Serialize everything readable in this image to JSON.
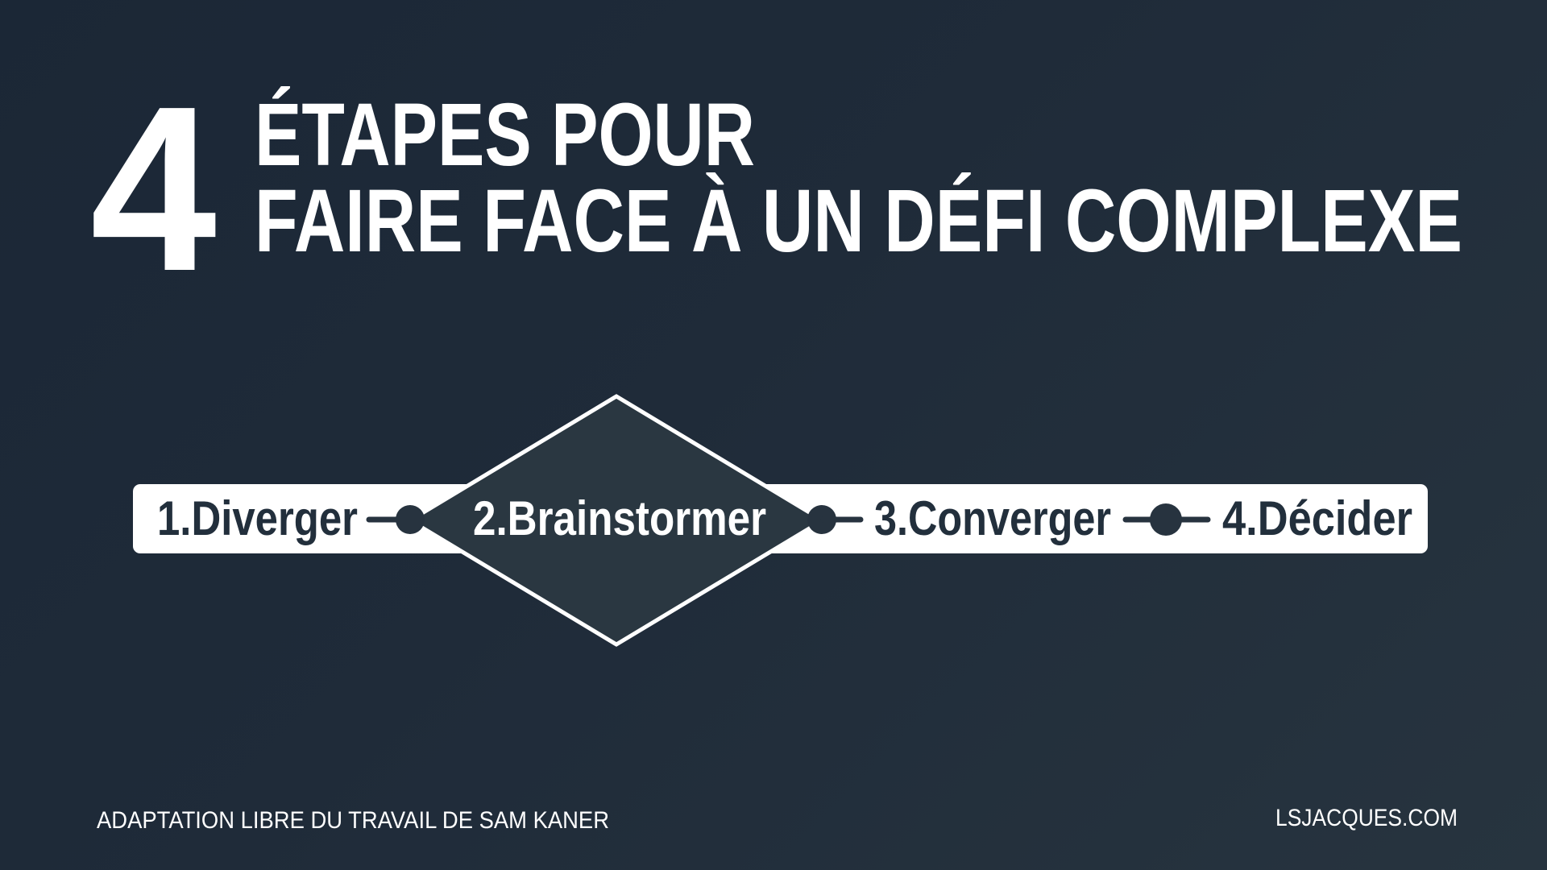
{
  "title": {
    "number": "4",
    "line1": "ÉTAPES POUR",
    "line2": "FAIRE FACE À UN DÉFI COMPLEXE"
  },
  "steps": [
    {
      "label": "1.Diverger"
    },
    {
      "label": "2.Brainstormer"
    },
    {
      "label": "3.Converger"
    },
    {
      "label": "4.Décider"
    }
  ],
  "connectors": [
    "line-circle",
    "circle",
    "circle-line",
    "line-circle-line"
  ],
  "footer": {
    "credit": "ADAPTATION LIBRE DU TRAVAIL DE SAM KANER",
    "site": "LSJACQUES.COM"
  },
  "colors": {
    "background_start": "#1b2736",
    "background_end": "#27343f",
    "bar": "#ffffff",
    "diamond_fill": "#2a3741",
    "text_dark": "#222f3c",
    "text_light": "#ffffff"
  }
}
